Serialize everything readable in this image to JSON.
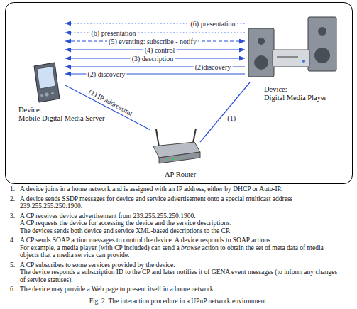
{
  "diagram": {
    "caption": "Fig. 2. The interaction procedure in a UPnP network environment.",
    "nodes": [
      {
        "text": [
          "Device:",
          "Mobile Digital Media Server"
        ]
      },
      {
        "text": [
          "Device:",
          "Digital Media Player"
        ]
      },
      {
        "text": [
          "AP Router"
        ]
      }
    ],
    "edges": [
      {
        "from": 1,
        "to": 0,
        "arrow": "to",
        "label": "(6) presentation"
      },
      {
        "from": 1,
        "to": 0,
        "arrow": "to",
        "label": "(6) presentation"
      },
      {
        "from": 0,
        "to": 1,
        "arrow": "both",
        "label": "(5) eventing: subscribe - notify"
      },
      {
        "from": 0,
        "to": 1,
        "arrow": "both",
        "label": "(4) control"
      },
      {
        "from": 0,
        "to": 1,
        "arrow": "both",
        "label": "(3) description"
      },
      {
        "from": 1,
        "to": 0,
        "arrow": "to",
        "label": "(2) discovery"
      },
      {
        "from": 1,
        "to": 0,
        "arrow": "to",
        "label": "(2)discovery"
      },
      {
        "from": 0,
        "to": 2,
        "arrow": "none",
        "label": "(1) IP addressing"
      },
      {
        "from": 2,
        "to": 1,
        "arrow": "none",
        "label": "(1)"
      }
    ],
    "labels": [
      "1.",
      "A device joins in a home network and is assigned with an IP address, either by DHCP or Auto-IP.",
      "2.",
      "A device sends SSDP messages for device and service advertisement onto a special multicast address 239.255.255.250:1900.",
      "3.",
      "A CP receives device advertisement from 239.255.255.250:1900.",
      "A CP requests the device for accessing the device and the service descriptions.",
      "The devices sends both device and service XML-based descriptions to the CP.",
      "4.",
      "A CP sends SOAP action messages to control the device. A device responds to SOAP actions.",
      "For example, a media player (with CP included) can send a",
      "browse",
      "action to obtain the set of meta data of media objects that a media service can provide.",
      "5.",
      "A CP subscribes to some services provided by the device.",
      "The device responds a subscription ID to the CP and later notifies it of GENA event messages (to inform any changes of service statuses).",
      "6.",
      "The device may provide a Web page to present itself in a home network."
    ]
  }
}
